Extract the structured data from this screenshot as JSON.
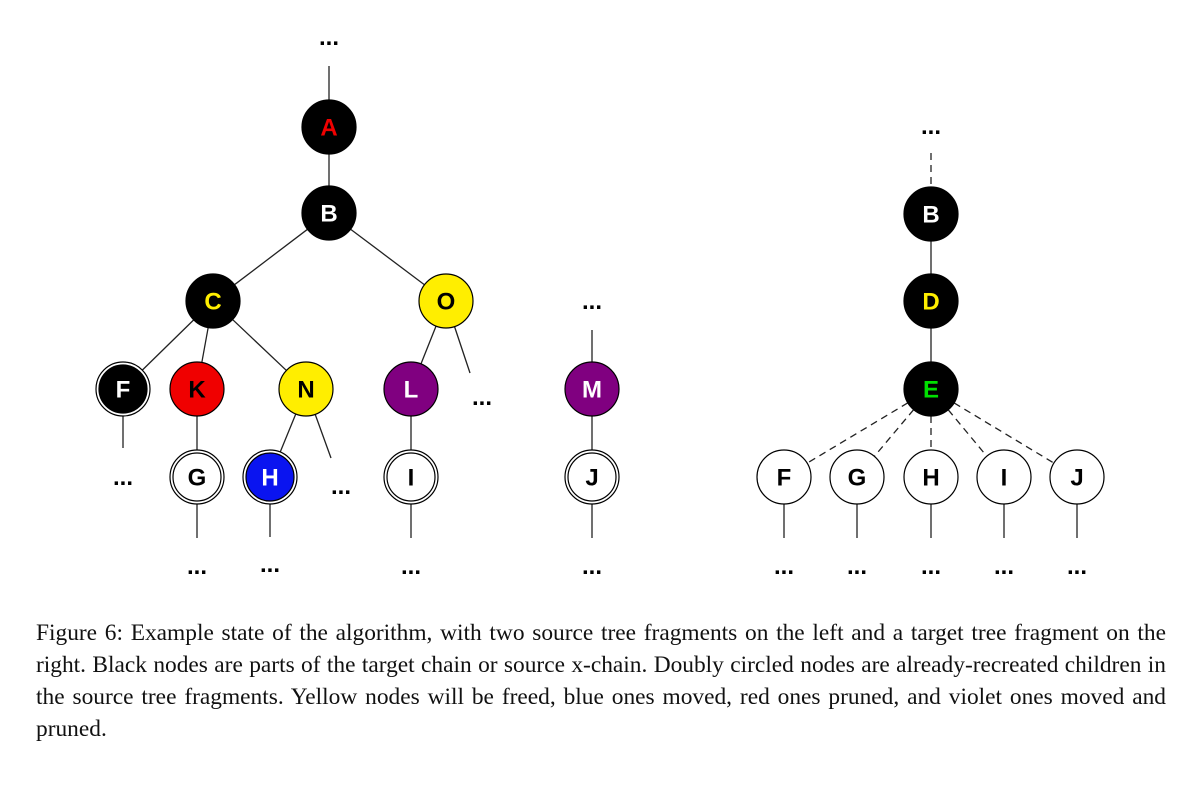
{
  "figure": {
    "caption": "Figure 6: Example state of the algorithm, with two source tree fragments on the left and a target tree fragment on the right. Black nodes are parts of the target chain or source x-chain. Doubly circled nodes are already-recreated children in the source tree fragments. Yellow nodes will be freed, blue ones moved, red ones pruned, and violet ones moved and pruned."
  },
  "colors": {
    "black": "#000000",
    "white": "#ffffff",
    "red": "#f00000",
    "yellow": "#ffee00",
    "blue": "#0a14f0",
    "violet": "#800080",
    "green": "#00e000",
    "edge": "#222222"
  },
  "ellipsis": "...",
  "source_fragment_1": {
    "nodes": [
      {
        "id": "A",
        "label": "A",
        "fill": "black",
        "text": "red",
        "double": false
      },
      {
        "id": "B",
        "label": "B",
        "fill": "black",
        "text": "white",
        "double": false
      },
      {
        "id": "C",
        "label": "C",
        "fill": "black",
        "text": "yellow",
        "double": false
      },
      {
        "id": "O",
        "label": "O",
        "fill": "yellow",
        "text": "black",
        "double": false
      },
      {
        "id": "F",
        "label": "F",
        "fill": "black",
        "text": "white",
        "double": true
      },
      {
        "id": "K",
        "label": "K",
        "fill": "red",
        "text": "black",
        "double": false
      },
      {
        "id": "N",
        "label": "N",
        "fill": "yellow",
        "text": "black",
        "double": false
      },
      {
        "id": "L",
        "label": "L",
        "fill": "violet",
        "text": "white",
        "double": false
      },
      {
        "id": "G",
        "label": "G",
        "fill": "white",
        "text": "black",
        "double": true
      },
      {
        "id": "H",
        "label": "H",
        "fill": "blue",
        "text": "white",
        "double": true
      },
      {
        "id": "I",
        "label": "I",
        "fill": "white",
        "text": "black",
        "double": true
      }
    ],
    "edges": [
      [
        "top",
        "A"
      ],
      [
        "A",
        "B"
      ],
      [
        "B",
        "C"
      ],
      [
        "B",
        "O"
      ],
      [
        "C",
        "F"
      ],
      [
        "C",
        "K"
      ],
      [
        "C",
        "N"
      ],
      [
        "O",
        "L"
      ],
      [
        "O",
        "o_more"
      ],
      [
        "F",
        "f_more"
      ],
      [
        "K",
        "G"
      ],
      [
        "N",
        "H"
      ],
      [
        "N",
        "n_more"
      ],
      [
        "L",
        "I"
      ],
      [
        "G",
        "g_more"
      ],
      [
        "H",
        "h_more"
      ],
      [
        "I",
        "i_more"
      ]
    ]
  },
  "source_fragment_2": {
    "nodes": [
      {
        "id": "M",
        "label": "M",
        "fill": "violet",
        "text": "white",
        "double": false
      },
      {
        "id": "J",
        "label": "J",
        "fill": "white",
        "text": "black",
        "double": true
      }
    ],
    "edges": [
      [
        "top",
        "M"
      ],
      [
        "M",
        "J"
      ],
      [
        "J",
        "j_more"
      ]
    ]
  },
  "target_fragment": {
    "nodes": [
      {
        "id": "B",
        "label": "B",
        "fill": "black",
        "text": "white",
        "double": false
      },
      {
        "id": "D",
        "label": "D",
        "fill": "black",
        "text": "yellow",
        "double": false
      },
      {
        "id": "E",
        "label": "E",
        "fill": "black",
        "text": "green",
        "double": false
      },
      {
        "id": "F",
        "label": "F",
        "fill": "white",
        "text": "black",
        "double": false
      },
      {
        "id": "G",
        "label": "G",
        "fill": "white",
        "text": "black",
        "double": false
      },
      {
        "id": "H",
        "label": "H",
        "fill": "white",
        "text": "black",
        "double": false
      },
      {
        "id": "I",
        "label": "I",
        "fill": "white",
        "text": "black",
        "double": false
      },
      {
        "id": "J",
        "label": "J",
        "fill": "white",
        "text": "black",
        "double": false
      }
    ],
    "edges": [
      [
        "top",
        "B",
        "dashed"
      ],
      [
        "B",
        "D",
        "solid"
      ],
      [
        "D",
        "E",
        "solid"
      ],
      [
        "E",
        "F",
        "dashed"
      ],
      [
        "E",
        "G",
        "dashed"
      ],
      [
        "E",
        "H",
        "dashed"
      ],
      [
        "E",
        "I",
        "dashed"
      ],
      [
        "E",
        "J",
        "dashed"
      ]
    ]
  }
}
